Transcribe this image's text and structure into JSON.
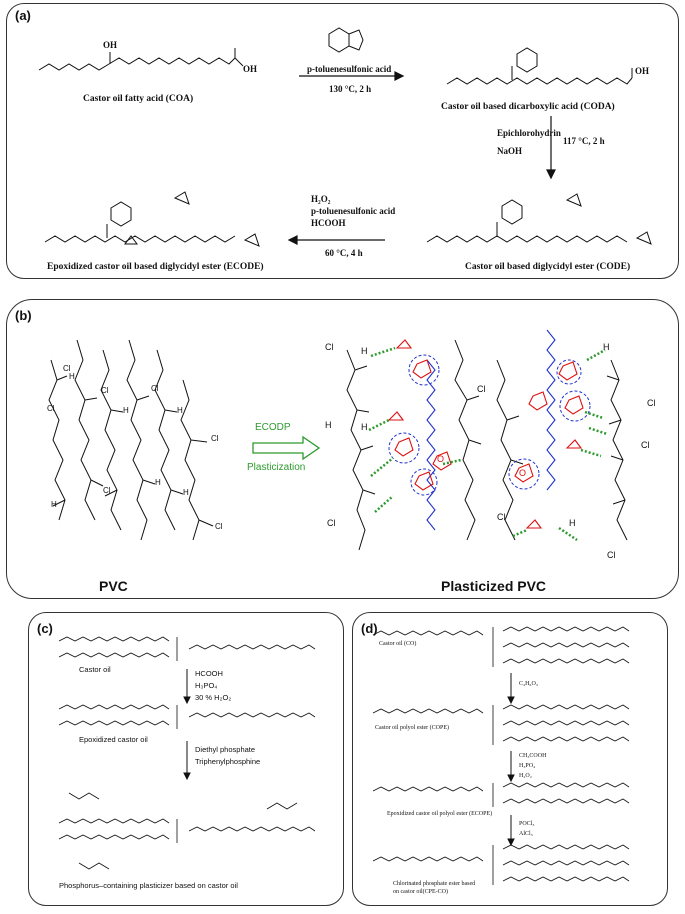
{
  "panel_a": {
    "label": "(a)",
    "oh": "OH",
    "oh2": "OH",
    "oh3": "OH",
    "coa_caption": "Castor oil fatty acid (COA)",
    "step1_reagent": "p-toluenesulfonic acid",
    "step1_cond": "130 °C, 2 h",
    "coda_caption": "Castor oil based dicarboxylic acid (CODA)",
    "step2_reagent1": "Epichlorohydrin",
    "step2_reagent2": "NaOH",
    "step2_cond": "117 °C, 2 h",
    "step3_reagent1": "H₂O₂",
    "step3_reagent2": "p-toluenesulfonic acid",
    "step3_reagent3": "HCOOH",
    "step3_cond": "60 °C, 4 h",
    "ecode_caption": "Epoxidized castor oil based diglycidyl ester (ECODE)",
    "code_caption": "Castor oil based diglycidyl ester (CODE)"
  },
  "panel_b": {
    "label": "(b)",
    "arrow_top": "ECODP",
    "arrow_bottom": "Plasticization",
    "pvc_caption": "PVC",
    "plasticized_caption": "Plasticized PVC",
    "atom_h": "H",
    "atom_cl": "Cl",
    "atom_o": "O"
  },
  "panel_c": {
    "label": "(c)",
    "castor_oil": "Castor oil",
    "step1_r1": "HCOOH",
    "step1_r2": "H₃PO₄",
    "step1_r3": "30 % H₂O₂",
    "epoxidized": "Epoxidized castor oil",
    "step2_r1": "Diethyl phosphate",
    "step2_r2": "Triphenylphosphine",
    "final": "Phosphorus–containing plasticizer based on castor oil"
  },
  "panel_d": {
    "label": "(d)",
    "castor_oil": "Castor oil (CO)",
    "step1_r1": "C₄H₆O₃",
    "cope": "Castor oil polyol ester (COPE)",
    "step2_r1": "CH₃COOH",
    "step2_r2": "H₃PO₄",
    "step2_r3": "H₂O₂",
    "ecope": "Epoxidized castor oil polyol ester (ECOPE)",
    "step3_r1": "POCl₃",
    "step3_r2": "AlCl₃",
    "final1": "Chlorinated phosphate ester based",
    "final2": "on castor oil(CPE-CO)"
  }
}
